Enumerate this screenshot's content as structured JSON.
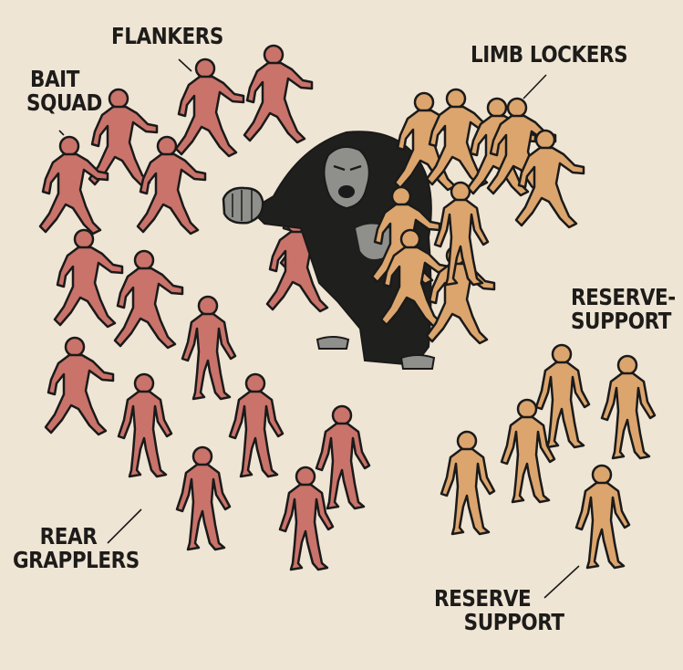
{
  "labels": {
    "flankers": "FLANKERS",
    "bait_squad": [
      "BAIT",
      "SQUAD"
    ],
    "limb_lockers": "LIMB LOCKERS",
    "reserve_support_top": [
      "RESERVE-",
      "SUPPORT"
    ],
    "rear_grapplers": [
      "REAR",
      "GRAPPLERS"
    ],
    "reserve_support_bottom": [
      "RESERVE",
      "SUPPORT"
    ]
  },
  "colors": {
    "background": "#efe5d4",
    "red_team": "#c9736a",
    "orange_team": "#dba56d",
    "gorilla_fur": "#1f1f1d",
    "gorilla_skin": "#8f8f8b",
    "outline": "#1a1a1a"
  }
}
